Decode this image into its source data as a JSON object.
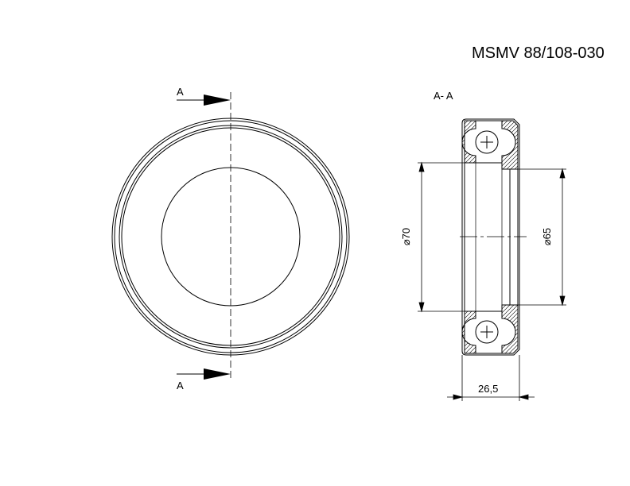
{
  "title": "MSMV 88/108-030",
  "front_view": {
    "arrow_label_top": "A",
    "arrow_label_bottom": "A"
  },
  "section_view": {
    "label": "A- A",
    "dim_left": "⌀70",
    "dim_right": "⌀65",
    "dim_width": "26,5"
  }
}
